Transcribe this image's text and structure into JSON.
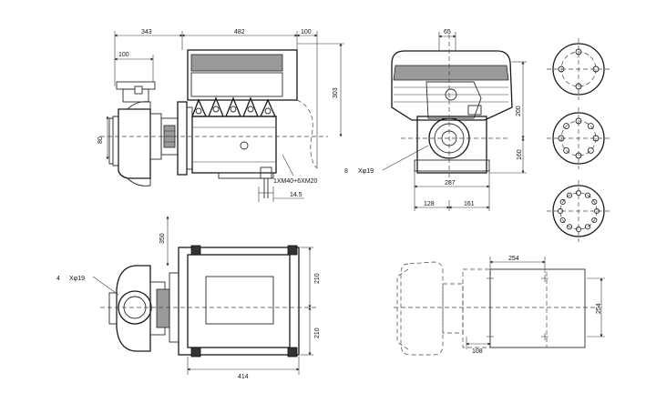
{
  "dimensions": {
    "d343": "343",
    "d482": "482",
    "d100_top": "100",
    "d100_left": "100",
    "d80": "80",
    "d303": "303",
    "d65": "65",
    "d200": "200",
    "d160": "160",
    "d287": "287",
    "d128": "128",
    "d161": "161",
    "d14_5": "14.5",
    "d350": "350",
    "d210_top": "210",
    "d210_bot": "210",
    "d414": "414",
    "d254_h": "254",
    "d254_v": "254",
    "d108": "108"
  },
  "annotations": {
    "cable_entry": "1XM40+6XM20",
    "holes_side_count": "8",
    "holes_side_spec": "Xφ19",
    "holes_top_count": "4",
    "holes_top_spec": "Xφ19"
  }
}
